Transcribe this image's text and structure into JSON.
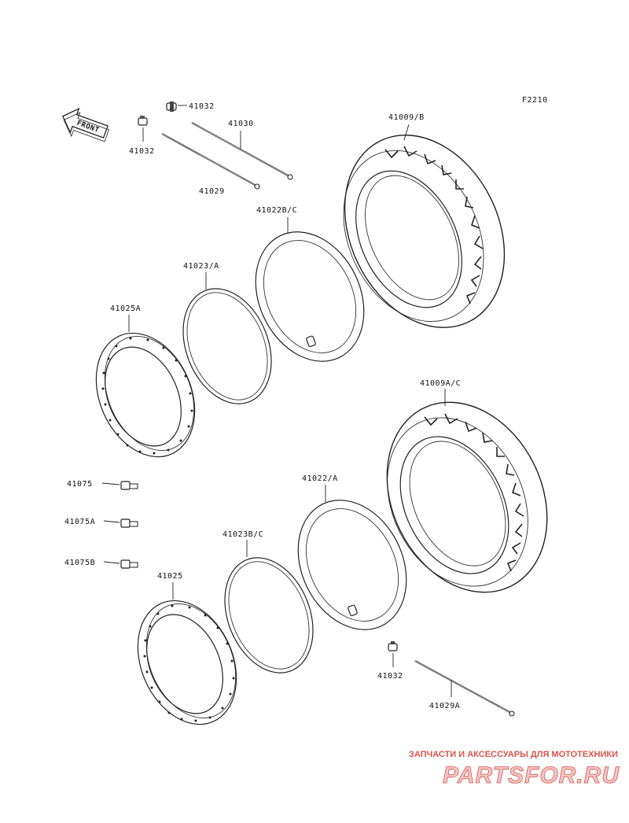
{
  "diagram_code": "F2210",
  "front_arrow_label": "FRONT",
  "parts": {
    "tire_rear": "41009/B",
    "tire_front": "41009A/C",
    "tube_rear": "41022B/C",
    "tube_front": "41022/A",
    "rim_band_rear": "41023/A",
    "rim_band_front": "41023B/C",
    "rim_rear": "41025A",
    "rim_front": "41025",
    "valve_top_right": "41032",
    "valve_top_left": "41032",
    "valve_bottom": "41032",
    "spoke_long": "41030",
    "spoke_short": "41029",
    "spoke_bottom": "41029A",
    "nipple_1": "41075",
    "nipple_2": "41075A",
    "nipple_3": "41075B"
  },
  "watermark": {
    "tagline": "ЗАПЧАСТИ И АКСЕССУАРЫ ДЛЯ МОТОТЕХНИКИ",
    "brand": "PARTSFOR.RU",
    "color": "#d9534f"
  }
}
